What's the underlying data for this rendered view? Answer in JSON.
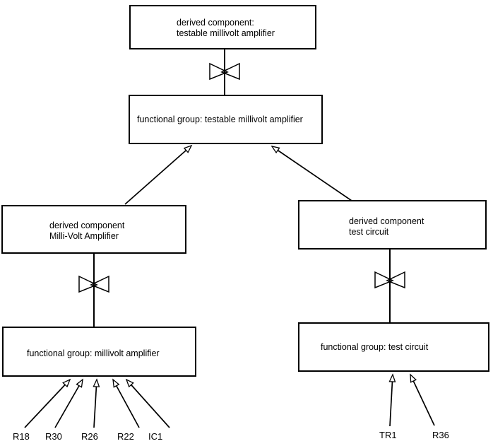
{
  "colors": {
    "background": "#ffffff",
    "line": "#000000",
    "text": "#000000"
  },
  "icons": {
    "bowtie": "bowtie-valve-symbol",
    "arrowhead": "open-arrowhead"
  },
  "nodes": {
    "derived_testable": {
      "line1": "derived component:",
      "line2": "testable millivolt amplifier"
    },
    "fg_testable": {
      "label": "functional group: testable millivolt amplifier"
    },
    "derived_mva": {
      "line1": "derived component",
      "line2": "Milli-Volt Amplifier"
    },
    "derived_tc": {
      "line1": "derived component",
      "line2": "test circuit"
    },
    "fg_mva": {
      "label": "functional group: millivolt amplifier"
    },
    "fg_tc": {
      "label": "functional group: test circuit"
    }
  },
  "components": {
    "left": [
      "R18",
      "R30",
      "R26",
      "R22",
      "IC1"
    ],
    "right": [
      "TR1",
      "R36"
    ]
  }
}
